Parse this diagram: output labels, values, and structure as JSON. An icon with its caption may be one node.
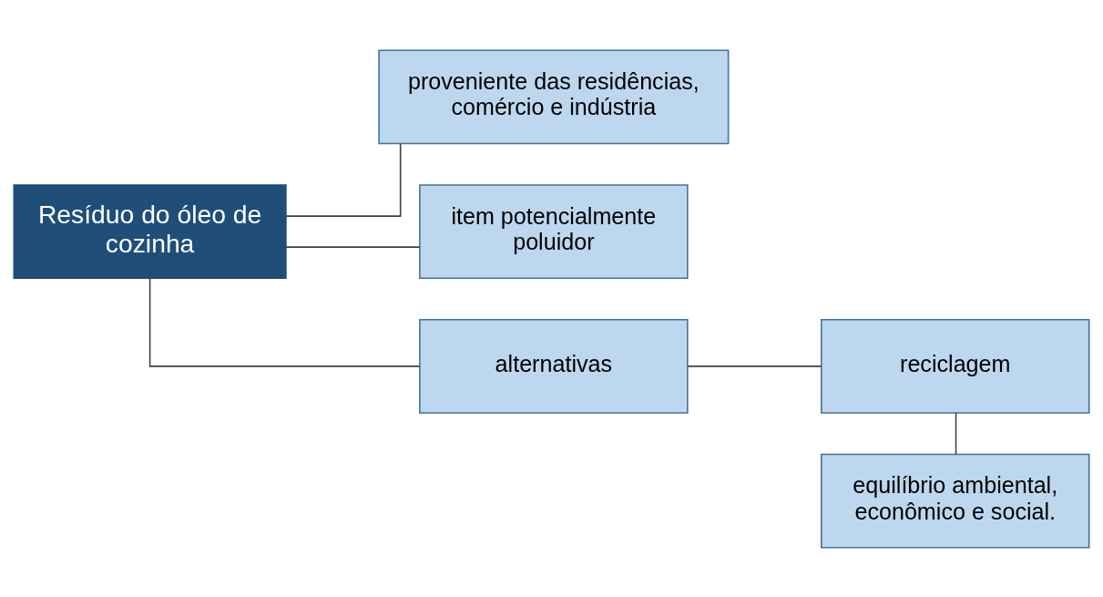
{
  "diagram": {
    "nodes": [
      {
        "text": [
          "Resíduo do óleo de cozinha"
        ]
      },
      {
        "text": [
          "proveniente das residências, comércio e indústria"
        ]
      },
      {
        "text": [
          "item potencialmente poluidor"
        ]
      },
      {
        "text": [
          "alternativas"
        ]
      },
      {
        "text": [
          "reciclagem"
        ]
      },
      {
        "text": [
          "equilíbrio ambiental, econômico e social."
        ]
      }
    ],
    "edges": [
      {
        "from": 0,
        "to": 1,
        "arrow": "none"
      },
      {
        "from": 0,
        "to": 2,
        "arrow": "none"
      },
      {
        "from": 0,
        "to": 3,
        "arrow": "none"
      },
      {
        "from": 3,
        "to": 4,
        "arrow": "none"
      },
      {
        "from": 4,
        "to": 5,
        "arrow": "none"
      }
    ]
  }
}
